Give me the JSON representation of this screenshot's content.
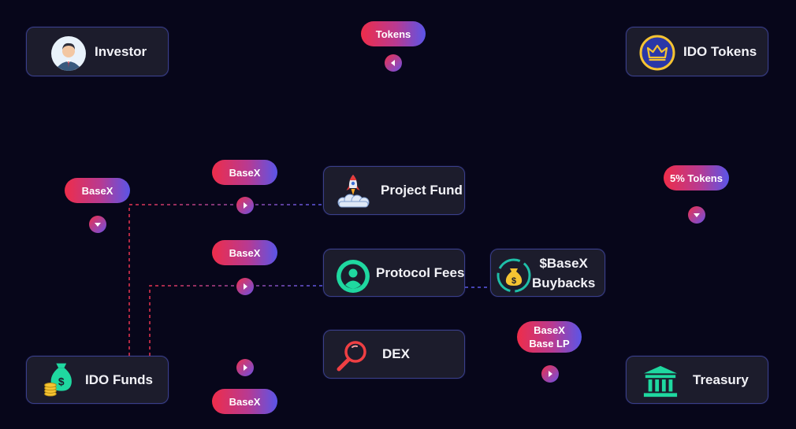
{
  "nodes": {
    "investor": "Investor",
    "ido_tokens": "IDO Tokens",
    "project_fund": "Project Fund",
    "protocol_fees": "Protocol Fees",
    "buybacks_line1": "$BaseX",
    "buybacks_line2": "Buybacks",
    "dex": "DEX",
    "ido_funds": "IDO Funds",
    "treasury": "Treasury"
  },
  "pills": {
    "tokens": "Tokens",
    "basex_left": "BaseX",
    "basex_project_fund": "BaseX",
    "five_pct_tokens": "5% Tokens",
    "basex_protocol_fees": "BaseX",
    "basex_lp_line1": "BaseX",
    "basex_lp_line2": "Base LP",
    "basex_bottom": "BaseX"
  },
  "icons": {
    "investor": "user-avatar-icon",
    "ido_tokens": "crown-coin-icon",
    "project_fund": "rocket-icon",
    "protocol_fees": "user-circle-icon",
    "buybacks": "money-bag-icon",
    "dex": "magnifier-icon",
    "ido_funds": "money-bag-coins-icon",
    "treasury": "bank-icon"
  },
  "colors": {
    "background": "#07061a",
    "node_fill": "#1c1c2c",
    "node_border": "#3a3f8a",
    "accent_red": "#ee2d4a",
    "accent_blue": "#5a55e8"
  }
}
